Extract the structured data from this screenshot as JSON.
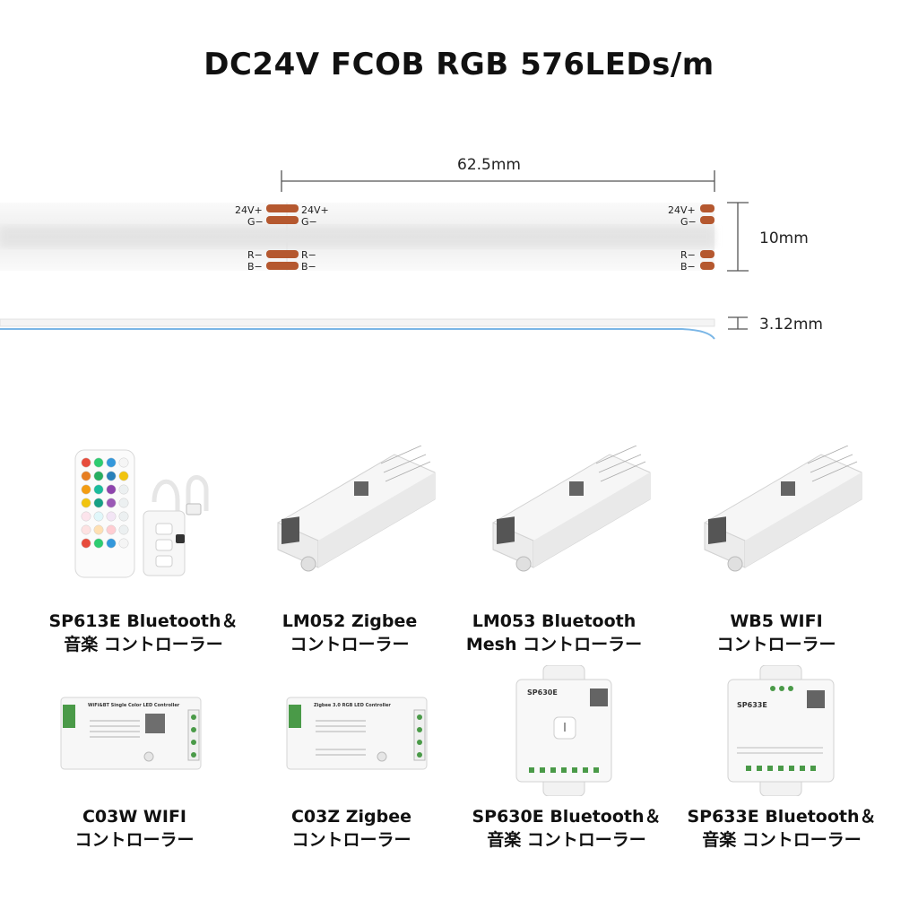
{
  "title": "DC24V FCOB RGB 576LEDs/m",
  "dimensions": {
    "pitch": "62.5mm",
    "width": "10mm",
    "thickness": "3.12mm"
  },
  "pad_labels": {
    "v24": "24V+",
    "g": "G−",
    "r": "R−",
    "b": "B−"
  },
  "products": [
    {
      "line1": "SP613E Bluetooth＆",
      "line2": "音楽 コントローラー"
    },
    {
      "line1": "LM052 Zigbee",
      "line2": "コントローラー"
    },
    {
      "line1": "LM053 Bluetooth",
      "line2": "Mesh コントローラー"
    },
    {
      "line1": "WB5 WIFI",
      "line2": "コントローラー"
    },
    {
      "line1": "C03W WIFI",
      "line2": "コントローラー"
    },
    {
      "line1": "C03Z Zigbee",
      "line2": "コントローラー"
    },
    {
      "line1": "SP630E Bluetooth＆",
      "line2": "音楽 コントローラー"
    },
    {
      "line1": "SP633E Bluetooth＆",
      "line2": "音楽 コントローラー"
    }
  ],
  "device_labels": {
    "c03w": "WiFi&BT Single Color LED Controller",
    "c03z": "Zigbee 3.0 RGB LED Controller",
    "sp630e": "SP630E",
    "sp633e": "SP633E"
  },
  "colors": {
    "strip": "#f3f3f3",
    "pad": "#b5582f",
    "dim_line": "#555555",
    "side_edge": "#7ab6e6"
  }
}
